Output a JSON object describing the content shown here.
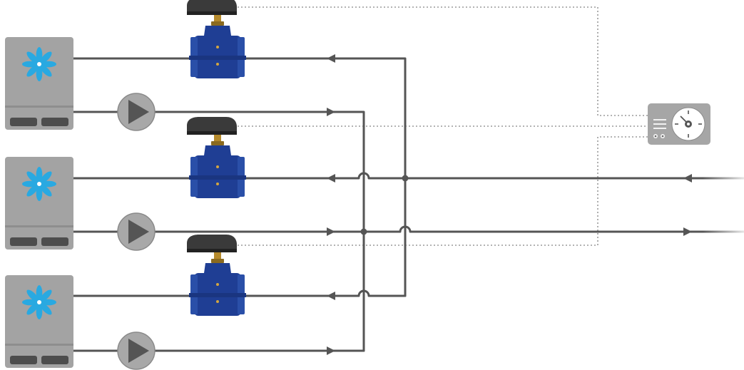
{
  "diagram": {
    "description_free": true,
    "components": {
      "units": [
        "unit-1",
        "unit-2",
        "unit-3"
      ],
      "valves": [
        "valve-1",
        "valve-2",
        "valve-3"
      ],
      "pumps": [
        "pump-1",
        "pump-2",
        "pump-3"
      ],
      "controller": "controller"
    },
    "colors": {
      "pipe": "#555555",
      "signal_line": "#9a9a9a",
      "unit_body": "#a3a3a3",
      "unit_slot": "#4d4d4d",
      "fan_icon": "#29a9e1",
      "valve_body": "#1f3e94",
      "valve_actuator": "#3a3a3a",
      "valve_stem": "#b58a2c",
      "pump_body": "#a8a8a8",
      "pump_triangle": "#555555",
      "controller_body": "#a6a6a6",
      "controller_dial": "#ffffff"
    }
  }
}
